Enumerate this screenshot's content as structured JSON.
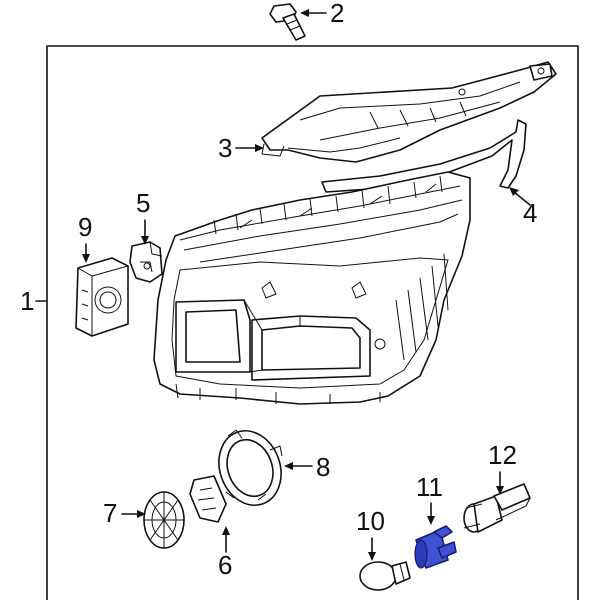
{
  "diagram": {
    "callouts": [
      {
        "id": "c1",
        "label": "1"
      },
      {
        "id": "c2",
        "label": "2"
      },
      {
        "id": "c3",
        "label": "3"
      },
      {
        "id": "c4",
        "label": "4"
      },
      {
        "id": "c5",
        "label": "5"
      },
      {
        "id": "c6",
        "label": "6"
      },
      {
        "id": "c7",
        "label": "7"
      },
      {
        "id": "c8",
        "label": "8"
      },
      {
        "id": "c9",
        "label": "9"
      },
      {
        "id": "c10",
        "label": "10"
      },
      {
        "id": "c11",
        "label": "11"
      },
      {
        "id": "c12",
        "label": "12"
      }
    ],
    "colors": {
      "line": "#111111",
      "highlight": "#3d52d5",
      "background": "#ffffff"
    }
  }
}
